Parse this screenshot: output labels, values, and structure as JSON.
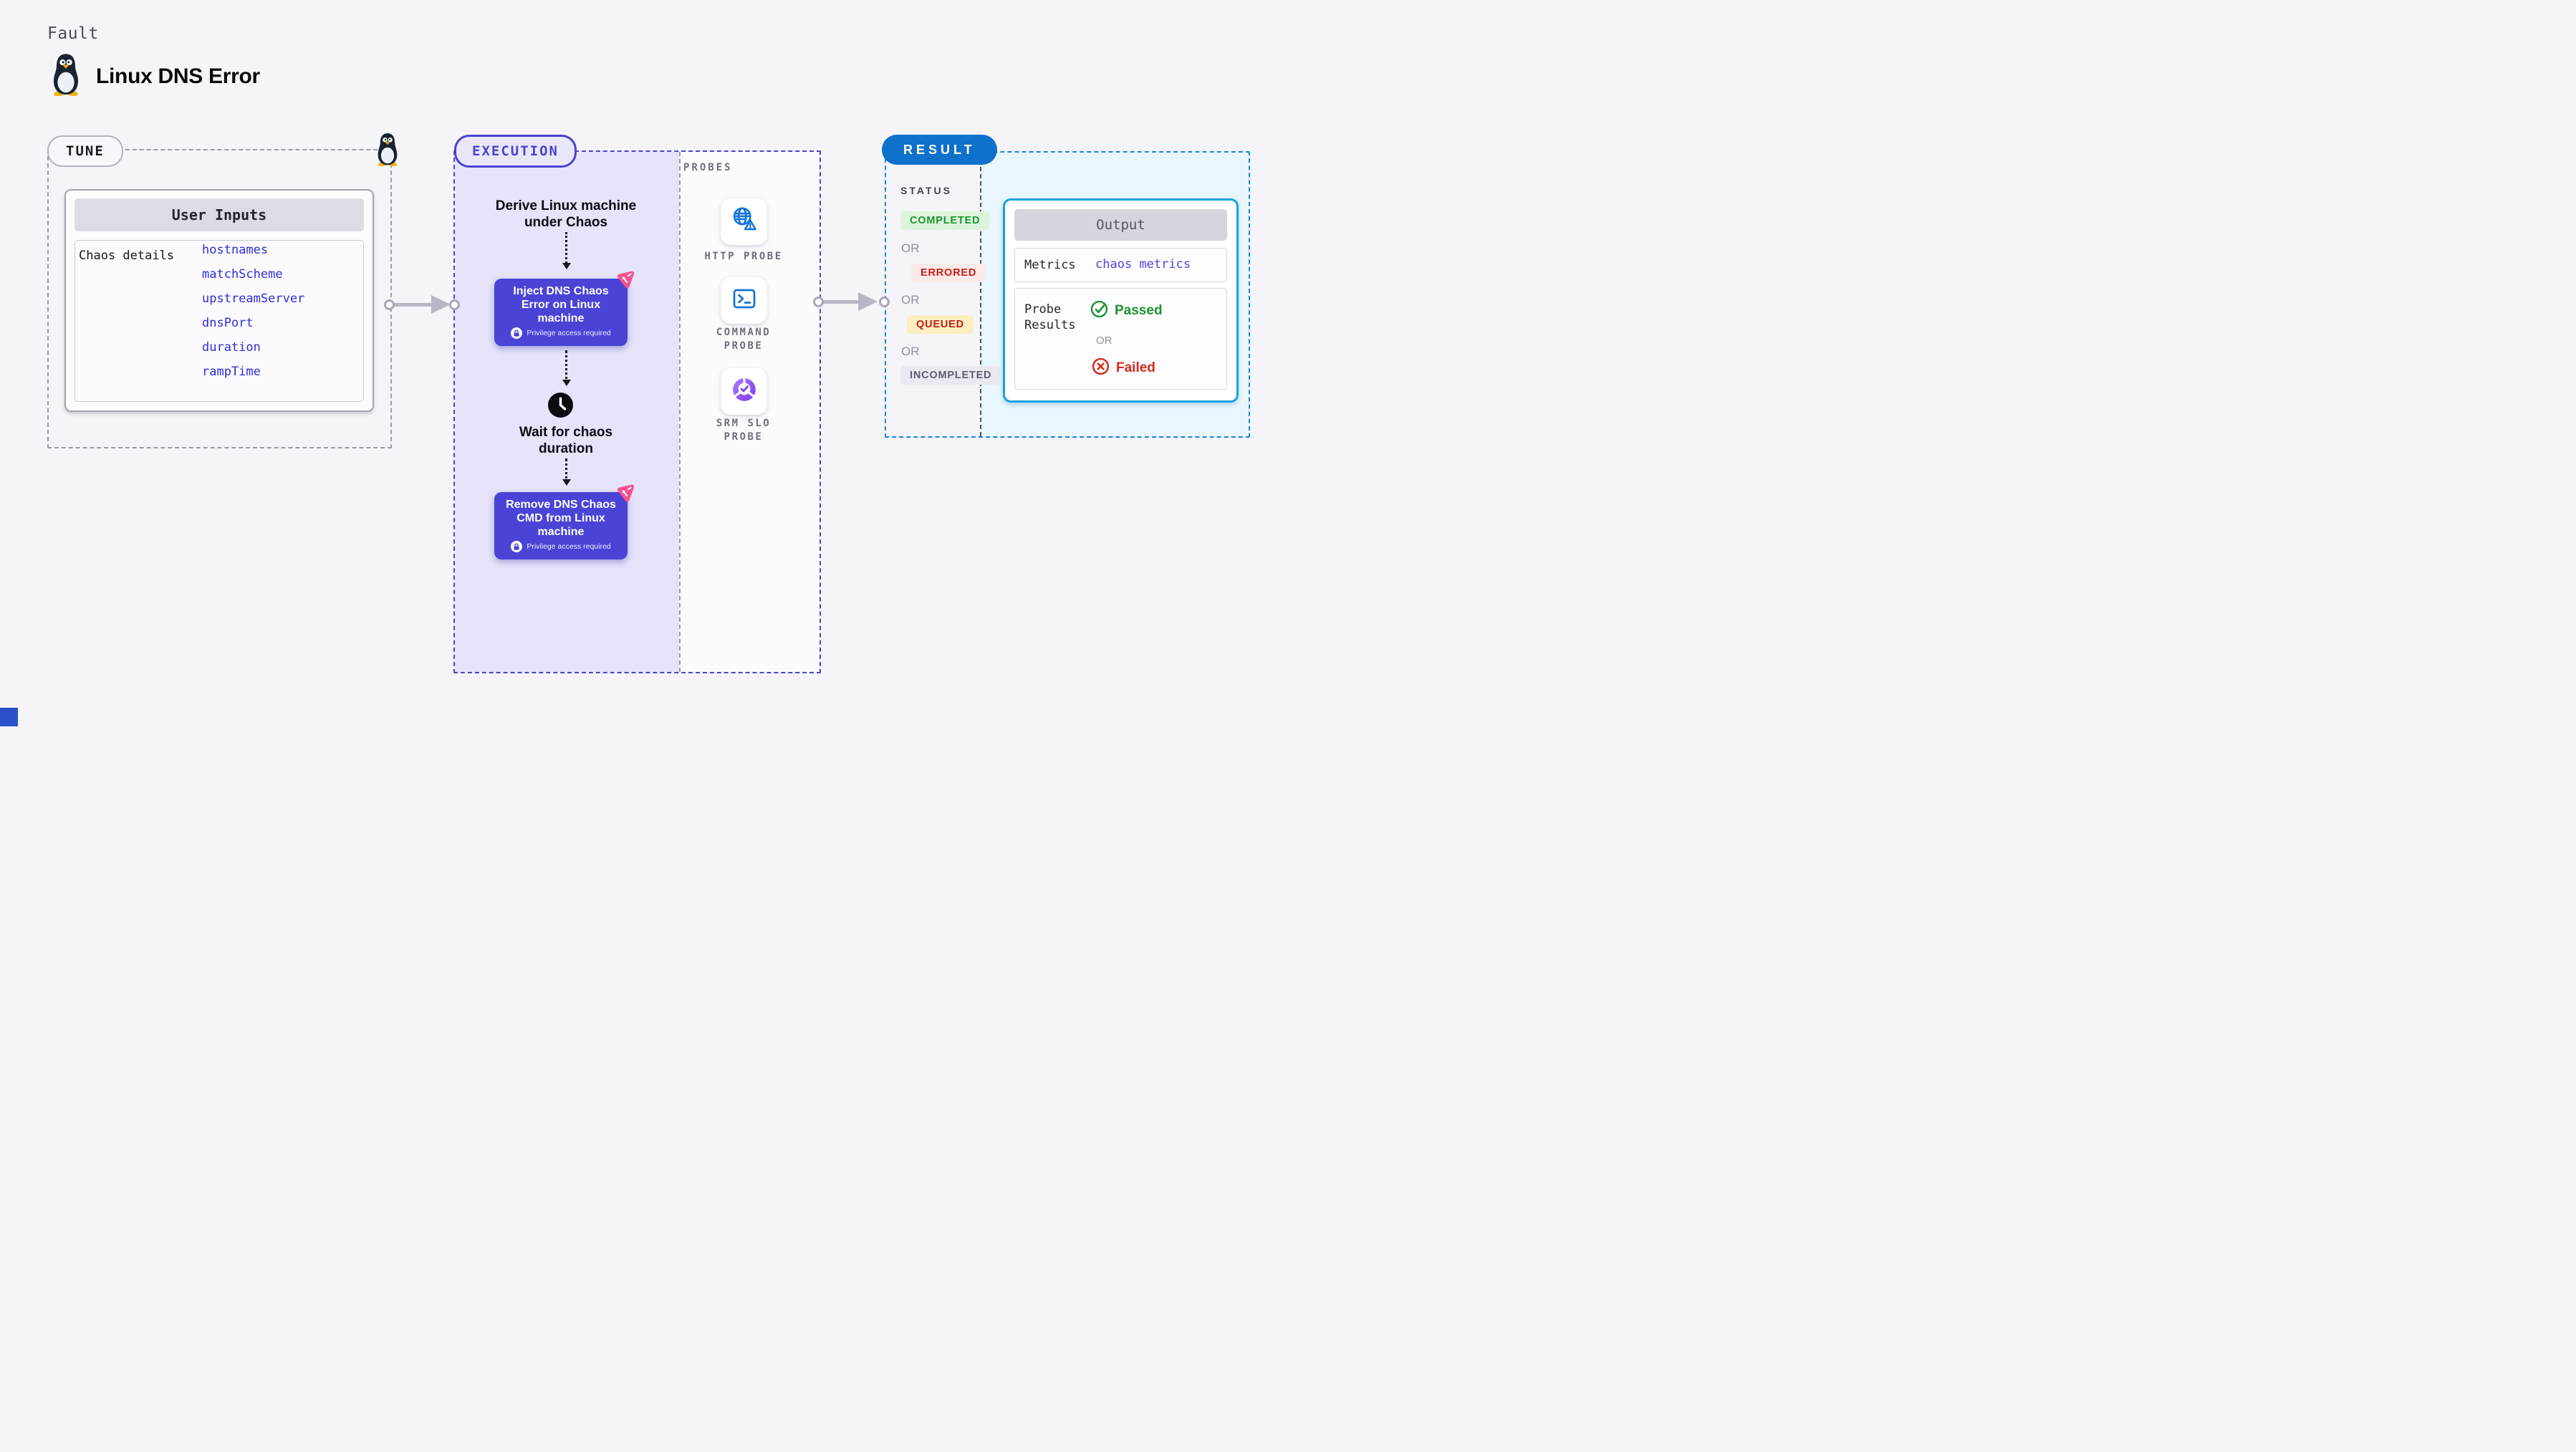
{
  "header": {
    "eyebrow": "Fault",
    "title": "Linux DNS Error",
    "icon": "tux-penguin"
  },
  "tune": {
    "badge": "TUNE",
    "card": {
      "header": "User Inputs",
      "row_label": "Chaos details",
      "values": [
        "hostnames",
        "matchScheme",
        "upstreamServer",
        "dnsPort",
        "duration",
        "rampTime"
      ]
    }
  },
  "execution": {
    "badge": "EXECUTION",
    "derive_step": "Derive Linux machine\nunder Chaos",
    "inject_node": {
      "title": "Inject DNS Chaos Error on Linux machine",
      "privilege": "Privilege access required"
    },
    "wait_step": "Wait for chaos\nduration",
    "remove_node": {
      "title": "Remove DNS Chaos CMD from Linux machine",
      "privilege": "Privilege access required"
    }
  },
  "probes": {
    "label": "PROBES",
    "items": [
      {
        "icon": "globe-alert-icon",
        "label": "HTTP PROBE"
      },
      {
        "icon": "terminal-icon",
        "label": "COMMAND\nPROBE"
      },
      {
        "icon": "slo-donut-icon",
        "label": "SRM SLO\nPROBE"
      }
    ]
  },
  "result": {
    "badge": "RESULT",
    "status_label": "STATUS",
    "or_label": "OR",
    "statuses": [
      {
        "label": "COMPLETED",
        "fg": "#18982b",
        "bg": "#ddf3dc"
      },
      {
        "label": "ERRORED",
        "fg": "#cb1a1a",
        "bg": "#fcebe9"
      },
      {
        "label": "QUEUED",
        "fg": "#c21d14",
        "bg": "#fbeec0"
      },
      {
        "label": "INCOMPLETED",
        "fg": "#5d5d70",
        "bg": "#e9e9f1"
      }
    ],
    "output": {
      "header": "Output",
      "metrics_label": "Metrics",
      "metrics_value": "chaos metrics",
      "probe_label": "Probe\nResults",
      "passed": "Passed",
      "or": "OR",
      "failed": "Failed"
    }
  },
  "colors": {
    "page_bg": "#f5f5f9",
    "node_indigo": "#4a43d6",
    "execution_fill": "#e5e4fa",
    "execution_border": "#4a43cf",
    "tune_border": "#9a9aa8",
    "result_border": "#1b86d8",
    "result_fill": "#e8f6fd",
    "result_pill": "#0e71cc",
    "output_border": "#17a3df",
    "chaos_badge_pink": "#f6538f",
    "probe_icon_blue": "#1273d6",
    "slo_purple": "#7c3aed",
    "passed_green": "#1b9230",
    "failed_red": "#d3281c",
    "arrow_gray": "#b6b6c4"
  }
}
